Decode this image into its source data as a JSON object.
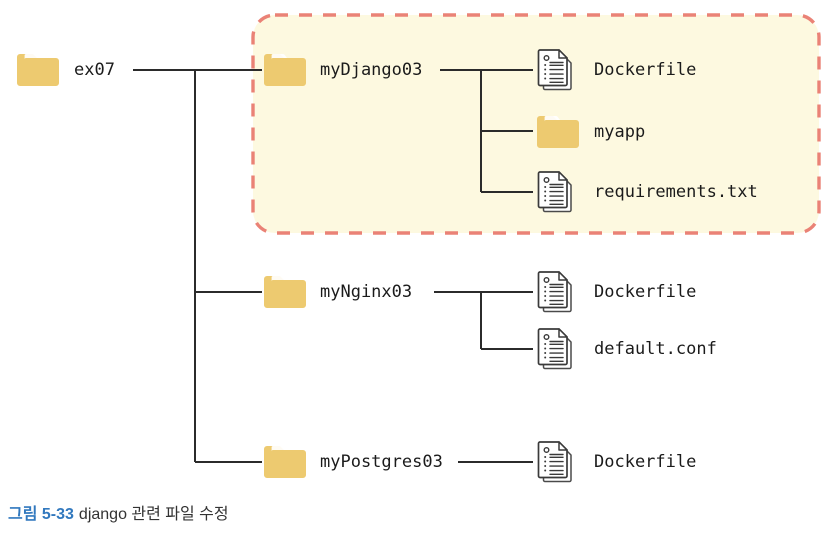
{
  "figure": {
    "type": "directory-tree",
    "root": {
      "name": "ex07",
      "icon": "folder-icon"
    },
    "children": [
      {
        "name": "myDjango03",
        "icon": "folder-icon",
        "highlighted": true,
        "children": [
          {
            "name": "Dockerfile",
            "icon": "file-icon"
          },
          {
            "name": "myapp",
            "icon": "folder-icon"
          },
          {
            "name": "requirements.txt",
            "icon": "file-icon"
          }
        ]
      },
      {
        "name": "myNginx03",
        "icon": "folder-icon",
        "highlighted": false,
        "children": [
          {
            "name": "Dockerfile",
            "icon": "file-icon"
          },
          {
            "name": "default.conf",
            "icon": "file-icon"
          }
        ]
      },
      {
        "name": "myPostgres03",
        "icon": "folder-icon",
        "highlighted": false,
        "children": [
          {
            "name": "Dockerfile",
            "icon": "file-icon"
          }
        ]
      }
    ]
  },
  "labels": {
    "ex07": "ex07",
    "myDjango03": "myDjango03",
    "dockerfile_django": "Dockerfile",
    "myapp": "myapp",
    "requirements": "requirements.txt",
    "myNginx03": "myNginx03",
    "dockerfile_nginx": "Dockerfile",
    "default_conf": "default.conf",
    "myPostgres03": "myPostgres03",
    "dockerfile_postgres": "Dockerfile"
  },
  "caption": {
    "number": "그림 5-33",
    "text": "django 관련 파일 수정"
  },
  "colors": {
    "folder": "#edca70",
    "folder_tab": "#e8c45f",
    "highlight_fill": "#fdf9e0",
    "highlight_border": "#ea8276",
    "connector": "#2b2b2b",
    "caption_number": "#3178be",
    "caption_text": "#333333",
    "text": "#1b1b1b",
    "file_outline": "#3a3a3a",
    "page_background": "#ffffff"
  }
}
